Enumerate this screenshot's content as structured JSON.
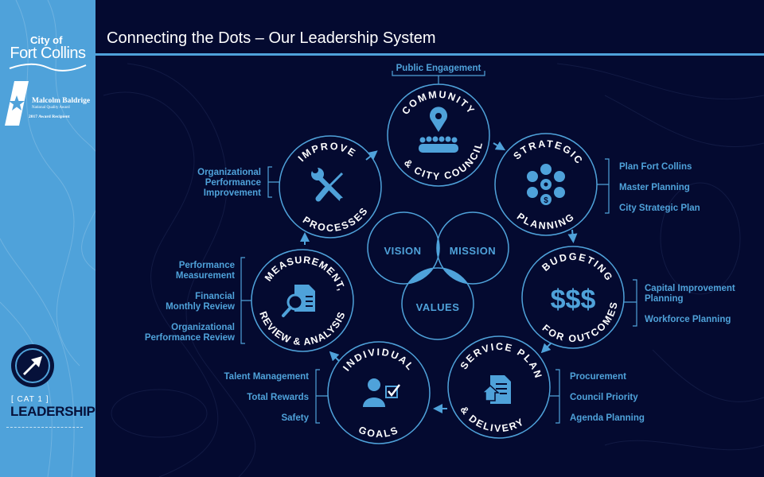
{
  "slide": {
    "title": "Connecting the Dots – Our Leadership System"
  },
  "sidebar": {
    "city_logo_small": "City of",
    "city_logo_big": "Fort Collins",
    "award_name": "Malcolm Baldrige",
    "award_sub": "National Quality Award",
    "award_year": "2017 Award Recipient",
    "category_label": "[ CAT 1 ]",
    "category_title": "LEADERSHIP",
    "category_icon": "arrow-up-right-circle-icon"
  },
  "colors": {
    "background": "#040a30",
    "accent": "#4fa2da",
    "text": "#ffffff"
  },
  "center": {
    "vision": "VISION",
    "mission": "MISSION",
    "values": "VALUES"
  },
  "cycle": [
    {
      "top": "COMMUNITY",
      "bottom": "& CITY COUNCIL",
      "icon": "location-people-icon",
      "labels": [
        "Public Engagement"
      ]
    },
    {
      "top": "STRATEGIC",
      "bottom": "PLANNING",
      "icon": "strategy-cluster-icon",
      "labels": [
        "Plan Fort Collins",
        "Master Planning",
        "City Strategic Plan"
      ]
    },
    {
      "top": "BUDGETING",
      "bottom": "FOR OUTCOMES",
      "icon": "$$$",
      "labels": [
        "Capital Improvement",
        "Planning",
        "Workforce Planning"
      ]
    },
    {
      "top": "SERVICE PLAN",
      "bottom": "& DELIVERY",
      "icon": "document-house-icon",
      "labels": [
        "Procurement",
        "Council Priority",
        "Agenda Planning"
      ]
    },
    {
      "top": "INDIVIDUAL",
      "bottom": "GOALS",
      "icon": "person-check-icon",
      "labels": [
        "Talent Management",
        "Total Rewards",
        "Safety"
      ]
    },
    {
      "top": "MEASUREMENT,",
      "bottom": "REVIEW & ANALYSIS",
      "icon": "magnifier-document-icon",
      "labels": [
        "Performance",
        "Measurement",
        "Financial",
        "Monthly Review",
        "Organizational",
        "Performance Review"
      ]
    },
    {
      "top": "IMPROVE",
      "bottom": "PROCESSES",
      "icon": "wrench-screwdriver-icon",
      "labels": [
        "Organizational",
        "Performance",
        "Improvement"
      ]
    }
  ]
}
